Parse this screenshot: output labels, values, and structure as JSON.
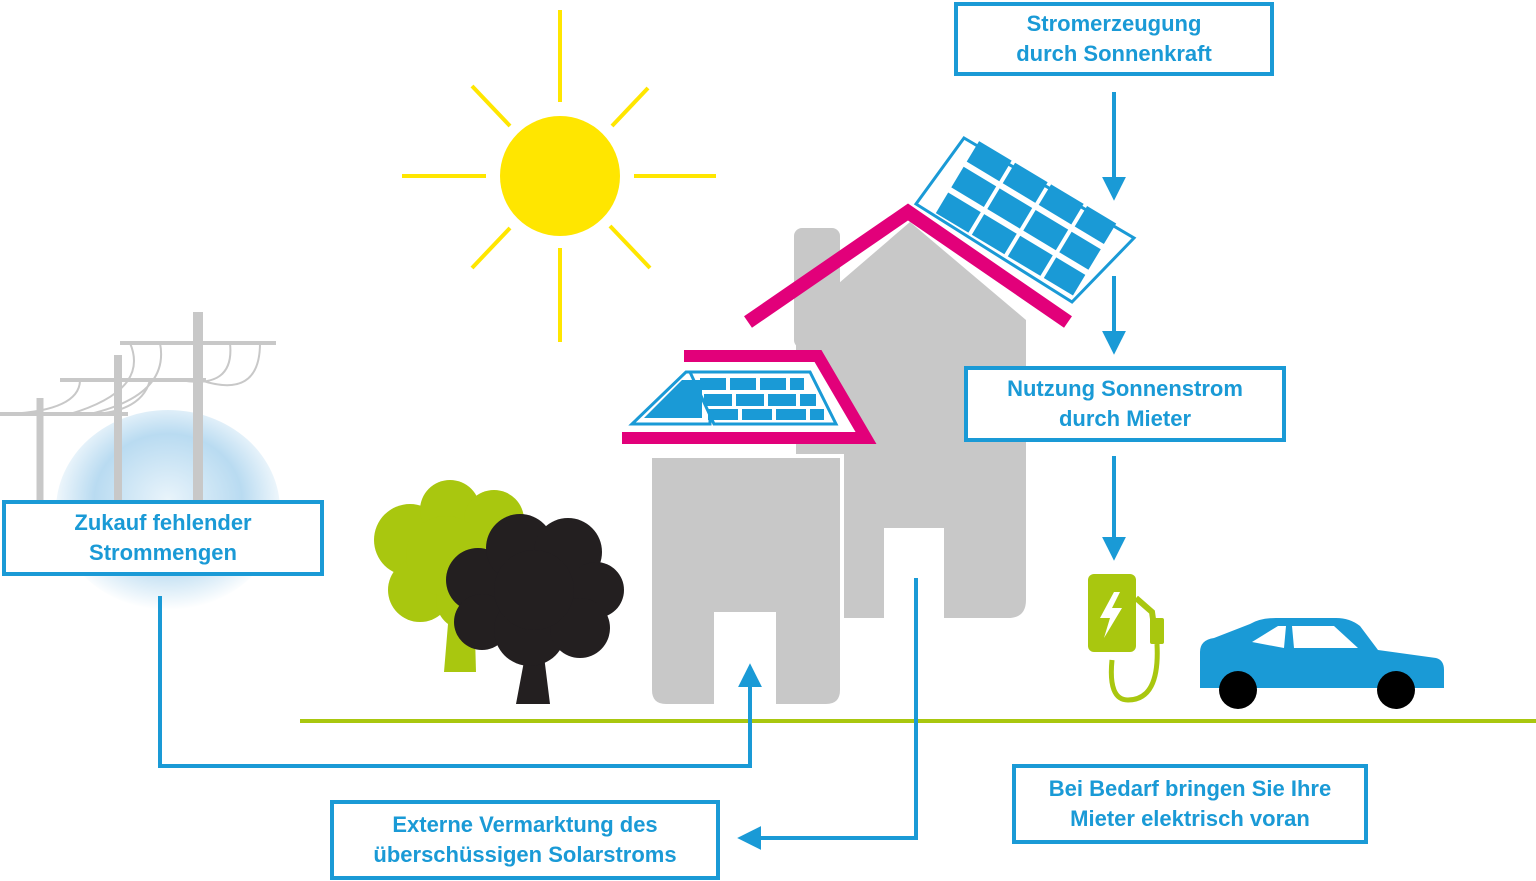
{
  "colors": {
    "accent_blue": "#1a9ad6",
    "roof_pink": "#e2007a",
    "sun_yellow": "#ffe600",
    "house_grey": "#c8c8c8",
    "tree_green": "#a9c70f",
    "tree_dark": "#231f20",
    "ground_green": "#a9c70f"
  },
  "icons": [
    "sun-icon",
    "power-pole-icon",
    "solar-panel-icon",
    "house-icon",
    "tree-icon",
    "ev-charger-icon",
    "car-icon",
    "arrow-icon"
  ],
  "labels": {
    "generation": [
      "Stromerzeugung",
      "durch Sonnenkraft"
    ],
    "tenant_use": [
      "Nutzung Sonnenstrom",
      "durch Mieter"
    ],
    "purchase": [
      "Zukauf fehlender",
      "Strommengen"
    ],
    "marketing": [
      "Externe Vermarktung des",
      "überschüssigen Solarstroms"
    ],
    "mobility": [
      "Bei Bedarf bringen Sie Ihre",
      "Mieter elektrisch voran"
    ]
  }
}
